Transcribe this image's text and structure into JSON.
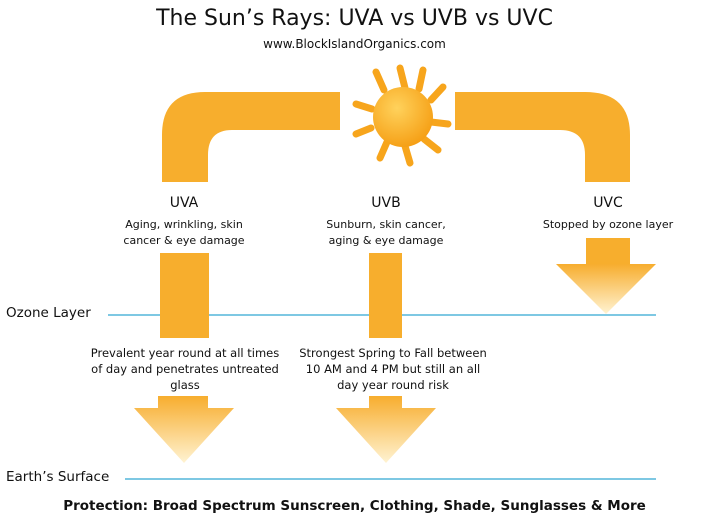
{
  "title": "The Sun’s Rays: UVA vs UVB vs UVC",
  "website": "www.BlockIslandOrganics.com",
  "icons": {
    "sun": "sun-icon",
    "arrow": "down-arrow-icon"
  },
  "colors": {
    "ray": "#f7b033",
    "ray_light": "#ffe4a0",
    "sun": "#f7a51c",
    "layer_line": "#7ec8e3"
  },
  "rays": [
    {
      "name": "UVA",
      "description": [
        "Aging, wrinkling, skin",
        "cancer & eye damage"
      ],
      "ground_note": [
        "Prevalent year round at all times",
        "of day and penetrates untreated",
        "glass"
      ]
    },
    {
      "name": "UVB",
      "description": [
        "Sunburn, skin cancer,",
        "aging & eye damage"
      ],
      "ground_note": [
        "Strongest Spring to Fall between",
        "10 AM and 4 PM but still an all",
        "day year round risk"
      ]
    },
    {
      "name": "UVC",
      "description": [
        "Stopped by ozone layer"
      ]
    }
  ],
  "layers": {
    "ozone": "Ozone Layer",
    "earth": "Earth’s Surface"
  },
  "footer": "Protection: Broad Spectrum Sunscreen, Clothing, Shade, Sunglasses & More"
}
